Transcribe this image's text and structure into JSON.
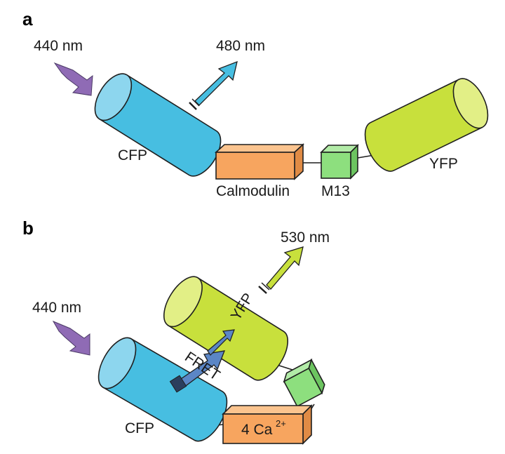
{
  "panel_a": {
    "letter": "a",
    "excitation": "440 nm",
    "emission": "480 nm",
    "cfp": "CFP",
    "calmodulin": "Calmodulin",
    "m13": "M13",
    "yfp": "YFP"
  },
  "panel_b": {
    "letter": "b",
    "excitation": "440 nm",
    "emission": "530 nm",
    "cfp": "CFP",
    "yfp": "YFP",
    "fret": "FRET",
    "calcium": "4 Ca",
    "calcium_charge": "2+"
  },
  "colors": {
    "cfp": "#47BEE1",
    "yfp": "#C8E03C",
    "calmodulin": "#F7A55F",
    "m13": "#8DDF7E",
    "excitation_arrow": "#8F6BB5",
    "fret_arrow": "#5B86C6"
  }
}
